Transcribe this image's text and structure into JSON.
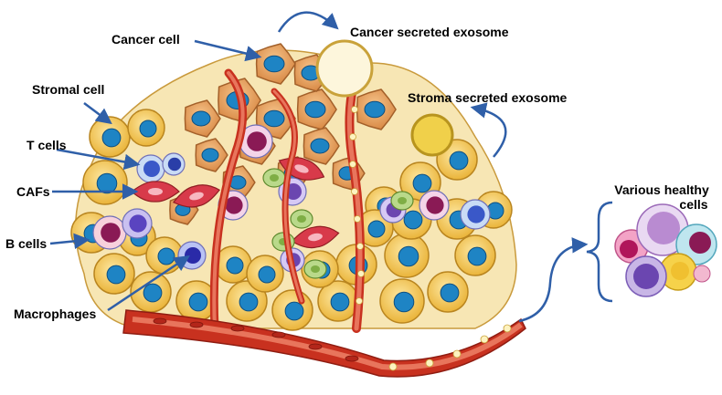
{
  "labels": {
    "cancer_cell": "Cancer cell",
    "cancer_secreted_exosome": "Cancer secreted exosome",
    "stromal_cell": "Stromal cell",
    "stroma_secreted_exosome": "Stroma secreted exosome",
    "t_cells": "T cells",
    "cafs": "CAFs",
    "b_cells": "B cells",
    "macrophages": "Macrophages",
    "various_healthy_cells_line1": "Various healthy",
    "various_healthy_cells_line2": "cells"
  },
  "colors": {
    "arrow": "#2f5fa8",
    "stromal_cell": "#f2c04a",
    "nucleus": "#1e84c4",
    "cancer_cell": "#e9a05a",
    "vessel": "#c8311f",
    "exosome_cancer": "#fdf6dc",
    "exosome_stroma": "#f0d04a"
  }
}
